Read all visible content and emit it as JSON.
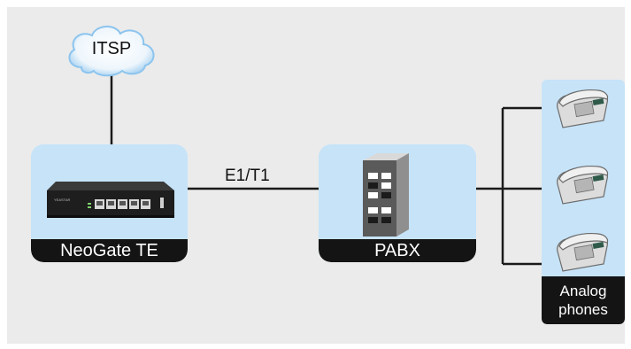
{
  "nodes": {
    "itsp": {
      "label": "ITSP"
    },
    "gateway": {
      "label": "NeoGate TE",
      "device_text": "YEASTAR"
    },
    "pabx": {
      "label": "PABX"
    },
    "phones": {
      "label_line1": "Analog",
      "label_line2": "phones"
    }
  },
  "links": {
    "gateway_pabx": {
      "label": "E1/T1"
    }
  },
  "colors": {
    "node_fill": "#c6e3f8",
    "label_bar": "#141414",
    "line": "#1a1a1a",
    "background": "#ebebeb"
  }
}
